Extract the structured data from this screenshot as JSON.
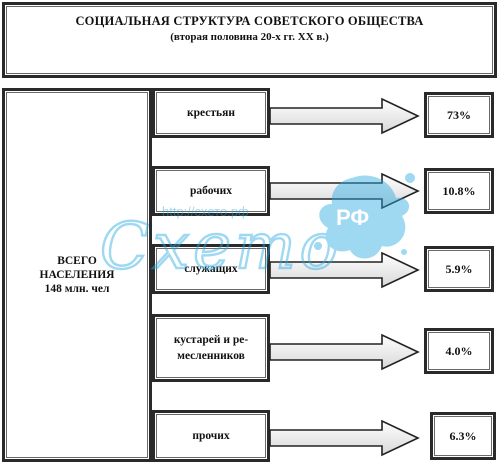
{
  "title": {
    "line1": "СОЦИАЛЬНАЯ СТРУКТУРА СОВЕТСКОГО ОБЩЕСТВА",
    "line2": "(вторая половина 20-х гг. XX в.)"
  },
  "total": {
    "line1": "ВСЕГО",
    "line2": "НАСЕЛЕНИЯ",
    "line3": "148 млн. чел"
  },
  "categories": [
    {
      "label": "крестьян",
      "value": "73%"
    },
    {
      "label": "рабочих",
      "value": "10.8%"
    },
    {
      "label": "служащих",
      "value": "5.9%"
    },
    {
      "label_line1": "кустарей и ре-",
      "label_line2": "месленников",
      "value": "4.0%"
    },
    {
      "label": "прочих",
      "value": "6.3%"
    }
  ],
  "watermark": {
    "brand": "Схето",
    "tld": "РФ",
    "url": "http://схето.рф",
    "color": "#29a9e1"
  }
}
